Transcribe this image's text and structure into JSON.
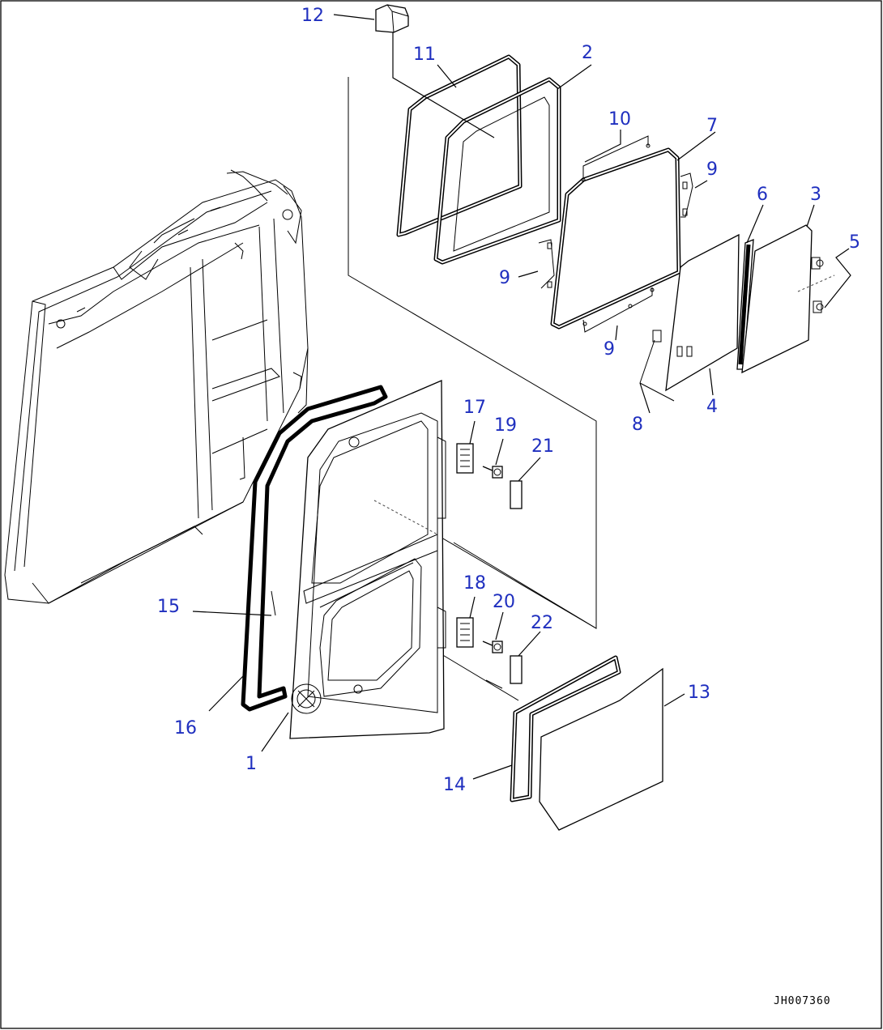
{
  "drawing_code": "JH007360",
  "callouts": [
    {
      "id": "c12",
      "text": "12"
    },
    {
      "id": "c11",
      "text": "11"
    },
    {
      "id": "c2",
      "text": "2"
    },
    {
      "id": "c10",
      "text": "10"
    },
    {
      "id": "c7",
      "text": "7"
    },
    {
      "id": "c9a",
      "text": "9"
    },
    {
      "id": "c6",
      "text": "6"
    },
    {
      "id": "c3",
      "text": "3"
    },
    {
      "id": "c5",
      "text": "5"
    },
    {
      "id": "c9b",
      "text": "9"
    },
    {
      "id": "c9c",
      "text": "9"
    },
    {
      "id": "c8",
      "text": "8"
    },
    {
      "id": "c4",
      "text": "4"
    },
    {
      "id": "c17",
      "text": "17"
    },
    {
      "id": "c19",
      "text": "19"
    },
    {
      "id": "c21",
      "text": "21"
    },
    {
      "id": "c18",
      "text": "18"
    },
    {
      "id": "c20",
      "text": "20"
    },
    {
      "id": "c22",
      "text": "22"
    },
    {
      "id": "c15",
      "text": "15"
    },
    {
      "id": "c16",
      "text": "16"
    },
    {
      "id": "c1",
      "text": "1"
    },
    {
      "id": "c13",
      "text": "13"
    },
    {
      "id": "c14",
      "text": "14"
    }
  ]
}
